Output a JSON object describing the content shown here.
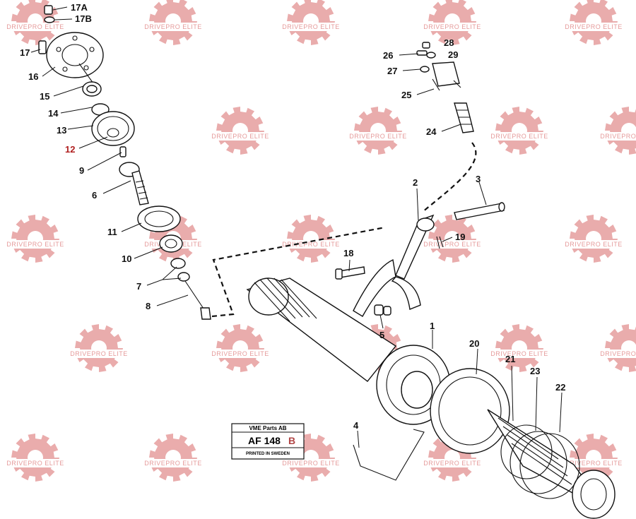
{
  "watermark": {
    "text": "DRIVEPRO ELITE",
    "color": "#d04848"
  },
  "plate": {
    "company": "VME Parts AB",
    "code": "AF 148",
    "revision": "B",
    "footer": "PRINTED IN SWEDEN"
  },
  "callouts": [
    {
      "id": "17A",
      "label": "17A",
      "color": "#111111"
    },
    {
      "id": "17B",
      "label": "17B",
      "color": "#111111"
    },
    {
      "id": "17",
      "label": "17",
      "color": "#111111"
    },
    {
      "id": "16",
      "label": "16",
      "color": "#111111"
    },
    {
      "id": "15",
      "label": "15",
      "color": "#111111"
    },
    {
      "id": "14",
      "label": "14",
      "color": "#111111"
    },
    {
      "id": "13",
      "label": "13",
      "color": "#111111"
    },
    {
      "id": "12",
      "label": "12",
      "color": "#b02020"
    },
    {
      "id": "9",
      "label": "9",
      "color": "#111111"
    },
    {
      "id": "6",
      "label": "6",
      "color": "#111111"
    },
    {
      "id": "11",
      "label": "11",
      "color": "#111111"
    },
    {
      "id": "10",
      "label": "10",
      "color": "#111111"
    },
    {
      "id": "7",
      "label": "7",
      "color": "#111111"
    },
    {
      "id": "8",
      "label": "8",
      "color": "#111111"
    },
    {
      "id": "26",
      "label": "26",
      "color": "#111111"
    },
    {
      "id": "28",
      "label": "28",
      "color": "#111111"
    },
    {
      "id": "29",
      "label": "29",
      "color": "#111111"
    },
    {
      "id": "27",
      "label": "27",
      "color": "#111111"
    },
    {
      "id": "25",
      "label": "25",
      "color": "#111111"
    },
    {
      "id": "24",
      "label": "24",
      "color": "#111111"
    },
    {
      "id": "2",
      "label": "2",
      "color": "#111111"
    },
    {
      "id": "3",
      "label": "3",
      "color": "#111111"
    },
    {
      "id": "19",
      "label": "19",
      "color": "#111111"
    },
    {
      "id": "18",
      "label": "18",
      "color": "#111111"
    },
    {
      "id": "5",
      "label": "5",
      "color": "#111111"
    },
    {
      "id": "1",
      "label": "1",
      "color": "#111111"
    },
    {
      "id": "20",
      "label": "20",
      "color": "#111111"
    },
    {
      "id": "21",
      "label": "21",
      "color": "#111111"
    },
    {
      "id": "23",
      "label": "23",
      "color": "#111111"
    },
    {
      "id": "22",
      "label": "22",
      "color": "#111111"
    },
    {
      "id": "4",
      "label": "4",
      "color": "#111111"
    }
  ]
}
